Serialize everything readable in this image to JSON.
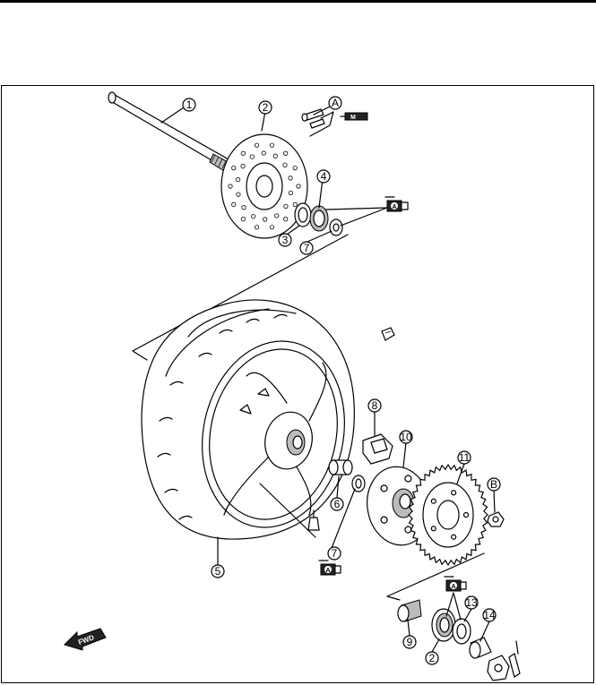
{
  "callouts": [
    "1",
    "2",
    "3",
    "4",
    "5",
    "6",
    "7",
    "8",
    "9",
    "10",
    "11",
    "13",
    "14",
    "A",
    "B"
  ],
  "fwd_label": "FWD",
  "icon_labels": {
    "grease": "A",
    "torque": "M"
  }
}
